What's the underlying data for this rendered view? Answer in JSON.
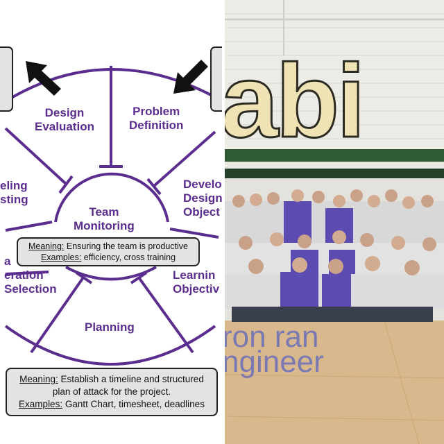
{
  "diagram": {
    "segments": {
      "design_evaluation": [
        "Design",
        "Evaluation"
      ],
      "problem_definition": [
        "Problem",
        "Definition"
      ],
      "developing_testing": [
        "eling",
        "sting"
      ],
      "develop_design_objectives": [
        "Develo",
        "Design",
        "Object"
      ],
      "team_monitoring": [
        "Team",
        "Monitoring"
      ],
      "generation_selection": [
        "a",
        "eration",
        "Selection"
      ],
      "learning_objectives": [
        "Learnin",
        "Objectiv"
      ],
      "planning": "Planning"
    },
    "team_box": {
      "meaning_label": "Meaning:",
      "meaning_text": " Ensuring the team is productive",
      "examples_label": "Examples:",
      "examples_text": " efficiency, cross training"
    },
    "planning_box": {
      "meaning_label": "Meaning:",
      "meaning_text": "  Establish a timeline and structured",
      "meaning_text2": "plan of attack for the project.",
      "examples_label": "Examples:",
      "examples_text": " Gantt Chart, timesheet, deadlines"
    },
    "colors": {
      "accent": "#5b2d8e",
      "box_fill": "#e3e3e3",
      "arrow": "#111111"
    }
  },
  "photo": {
    "wall_text": "abi",
    "floor_text": [
      "ron ran",
      "ngineer"
    ],
    "colors": {
      "wall": "#ecebe6",
      "letters": "#efe3b5",
      "stripe_green": "#2f5a34",
      "hoodie_purple": "#5c4bb0",
      "hoodie_grey": "#dadada",
      "floor": "#d9b88e"
    }
  }
}
